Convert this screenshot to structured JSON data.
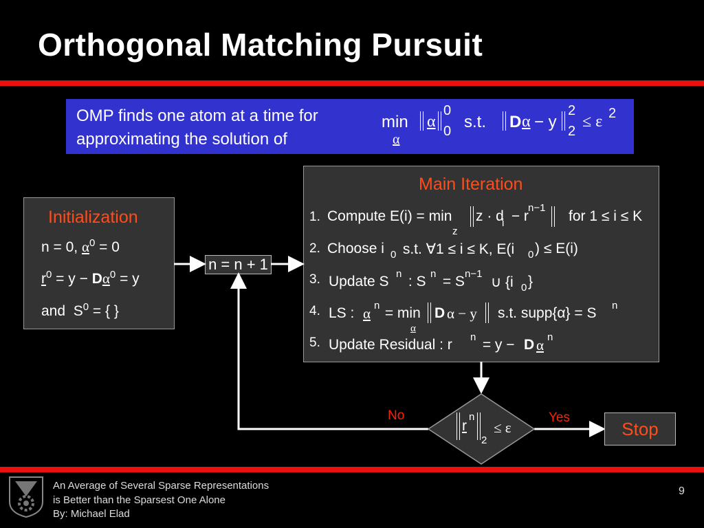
{
  "title": "Orthogonal Matching Pursuit",
  "omp_box": {
    "text": "OMP finds one atom at a time for\napproximating the solution of",
    "formula": {
      "min": "min",
      "sub_alpha": "α",
      "alpha": "α",
      "sup0": "0",
      "sub0": "0",
      "st": "s.t.",
      "D": "D",
      "minus_y": "− y",
      "sup2": "2",
      "sub2": "2",
      "le_eps": "≤ ε",
      "eps_sup": "2"
    }
  },
  "initialization": {
    "title": "Initialization",
    "line1": "n = 0, ",
    "line1_alpha": "α",
    "line1_sup": "0",
    "line1_end": " = 0",
    "line2_r": "r",
    "line2_sup": "0",
    "line2_mid": " = y − ",
    "line2_D": "D",
    "line2_alpha": "α",
    "line2_sup2": "0",
    "line2_end": " = y",
    "line3": "and  S",
    "line3_sup": "0",
    "line3_end": " = { }"
  },
  "increment": "n = n + 1",
  "main_iteration": {
    "title": "Main Iteration",
    "steps": [
      {
        "num": "1.",
        "text": "Compute E(i) = min",
        "sub": "z",
        "rest": "z · d",
        "rest_sub": "i",
        "rest2": " − r",
        "rest_sup": "n−1",
        "tail": "for 1 ≤ i ≤ K"
      },
      {
        "num": "2.",
        "text": "Choose i",
        "sub": "0",
        "rest": " s.t. ∀1 ≤ i ≤ K, E(i",
        "rest_sub": "0",
        "tail": ") ≤ E(i)"
      },
      {
        "num": "3.",
        "text": "Update S",
        "sup": "n",
        "rest": " : S",
        "rest_sup": "n",
        "rest2": " = S",
        "rest2_sup": "n−1",
        "tail": " ∪ {i",
        "tail_sub": "0",
        "tail_end": "}"
      },
      {
        "num": "4.",
        "text": "LS : ",
        "alpha": "α",
        "sup": "n",
        "rest": " = min",
        "sub": "α",
        "D": "D",
        "rest2": "α − y",
        "tail": "s.t. supp{α} = S",
        "tail_sup": "n"
      },
      {
        "num": "5.",
        "text": "Update Residual : r",
        "sup": "n",
        "rest": " = y − ",
        "D": "D",
        "rest2": "α",
        "rest2_sup": "n"
      }
    ]
  },
  "decision": {
    "r": "r",
    "sup": "n",
    "sub": "2",
    "cond": "≤ ε"
  },
  "labels": {
    "no": "No",
    "yes": "Yes"
  },
  "stop": "Stop",
  "footer": "An Average of Several Sparse Representations\nis Better than the Sparsest One Alone\nBy: Michael Elad",
  "page_number": "9",
  "colors": {
    "accent_red": "#e8110f",
    "title_orange": "#ff4d1a",
    "omp_blue": "#3232cf",
    "box_gray": "#333333"
  }
}
